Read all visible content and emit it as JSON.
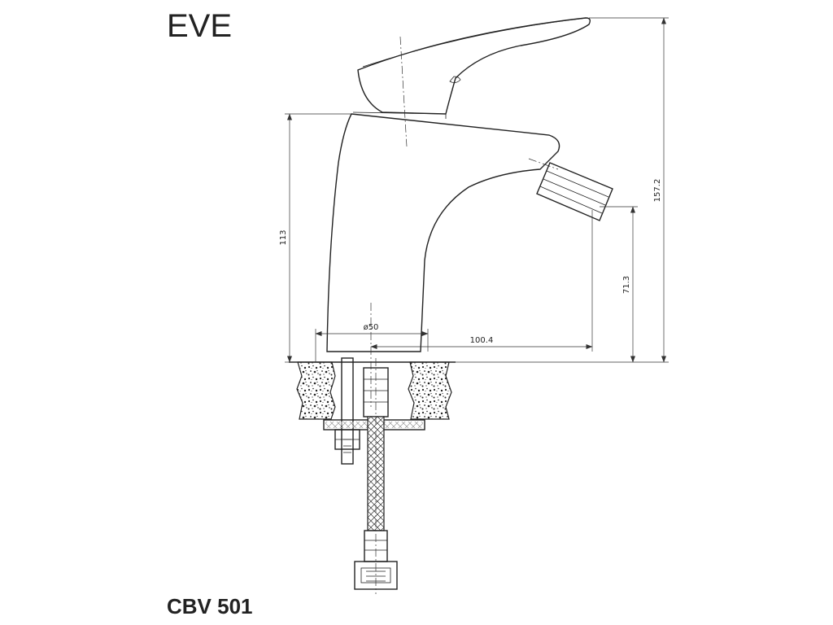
{
  "product_name": "EVE",
  "model_code": "CBV 501",
  "dimensions": {
    "body_height": "113",
    "total_height": "157.2",
    "spout_height": "71.3",
    "spout_reach": "100.4",
    "base_diameter": "ø50"
  },
  "colors": {
    "line": "#222222",
    "background": "#ffffff"
  }
}
